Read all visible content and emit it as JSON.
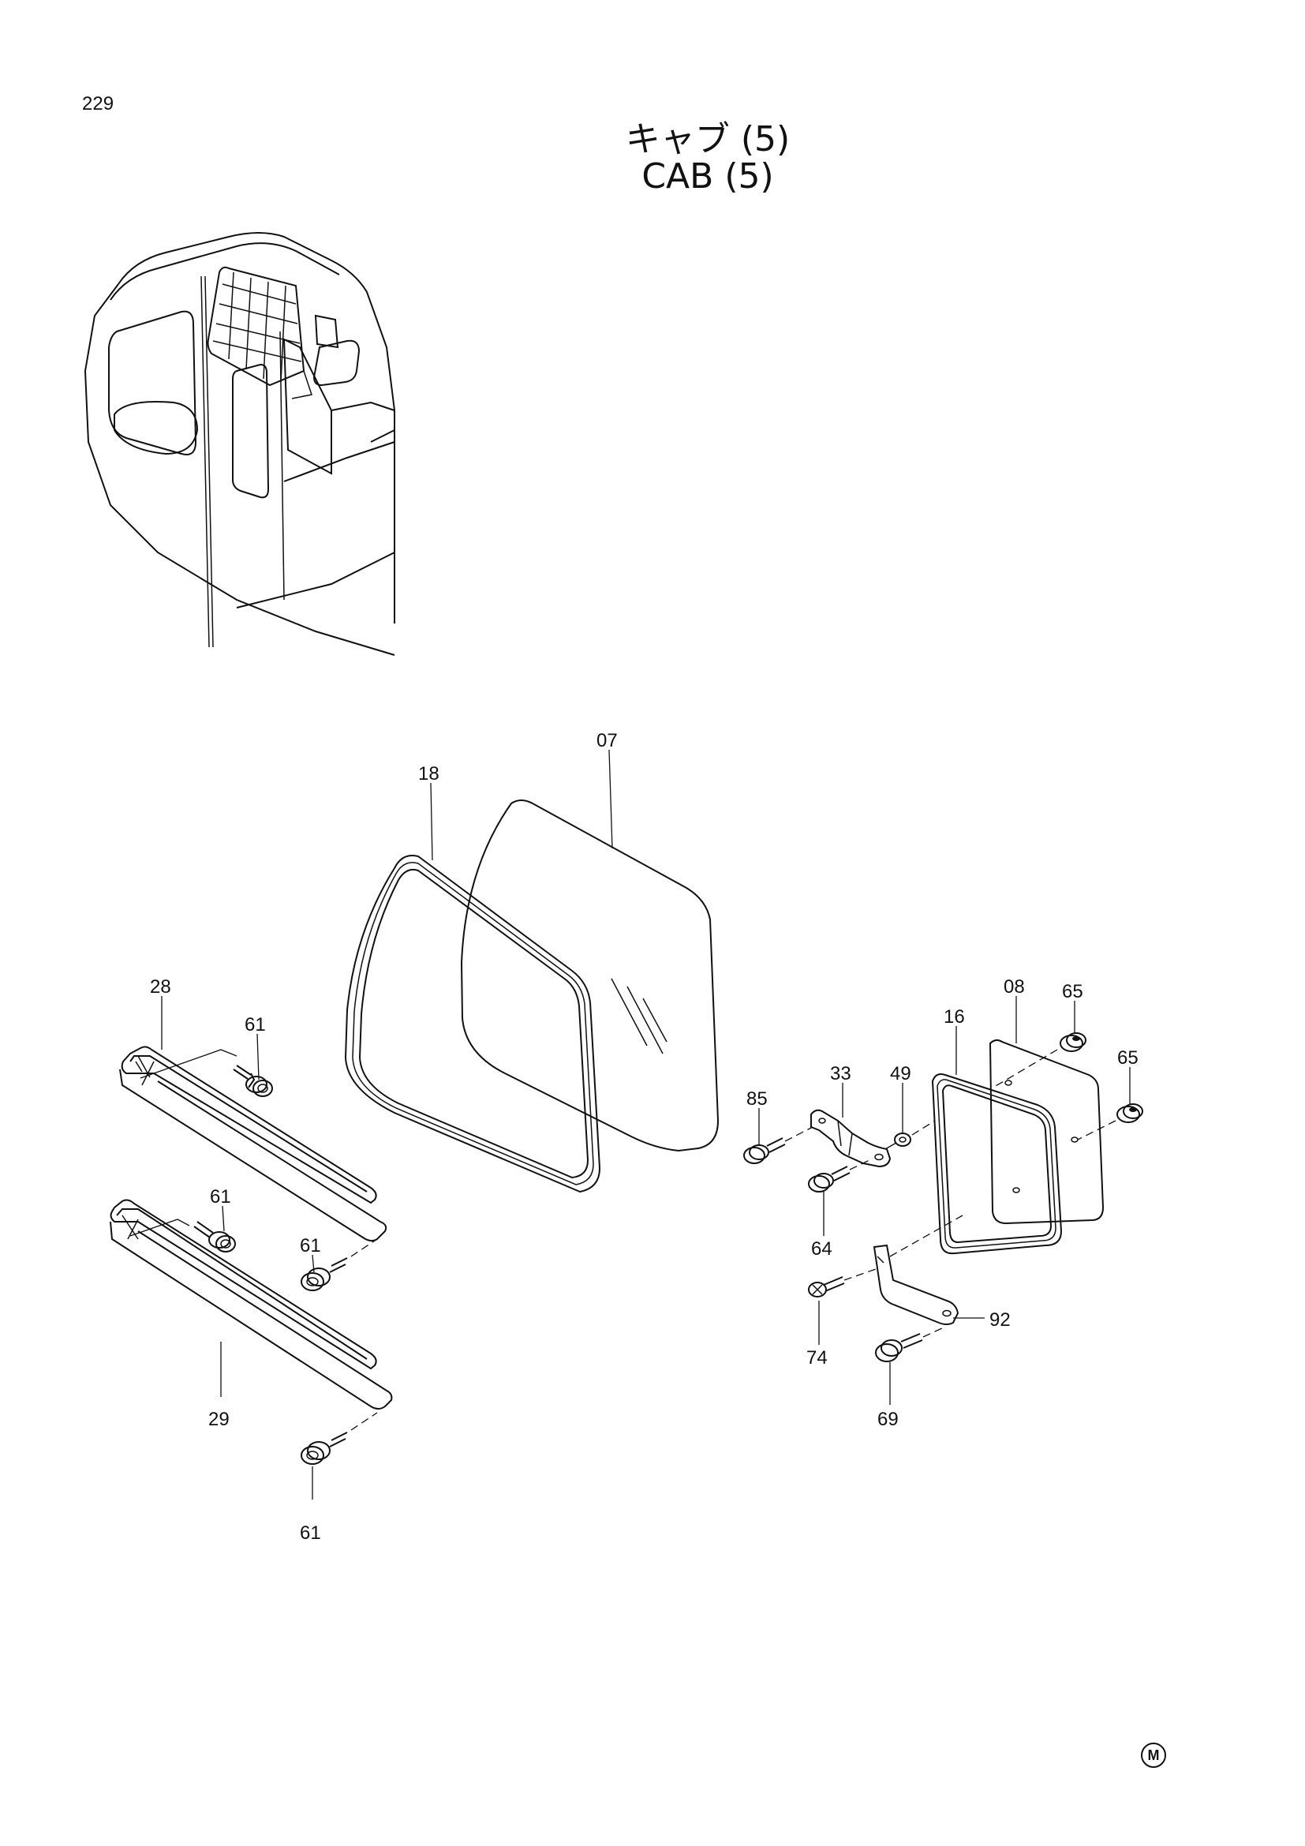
{
  "page": {
    "number": "229"
  },
  "title": {
    "japanese": "キャブ (5)",
    "english": "CAB (5)"
  },
  "callouts": {
    "c07": "07",
    "c18": "18",
    "c28": "28",
    "c29": "29",
    "c61a": "61",
    "c61b": "61",
    "c61c": "61",
    "c61d": "61",
    "c85": "85",
    "c33": "33",
    "c49": "49",
    "c16": "16",
    "c08": "08",
    "c65a": "65",
    "c65b": "65",
    "c64": "64",
    "c74": "74",
    "c92": "92",
    "c69": "69"
  },
  "footer": {
    "mark": "M"
  }
}
